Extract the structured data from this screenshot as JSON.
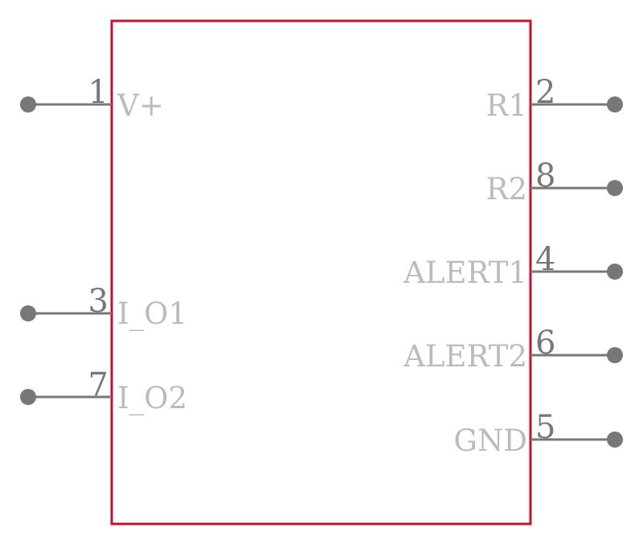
{
  "colors": {
    "body_outline": "#c8102e",
    "pin_line": "#777777",
    "pin_number": "#777777",
    "pin_name": "#bbbbbb",
    "background": "#ffffff"
  },
  "pins": {
    "p1": {
      "number": "1",
      "name": "V+"
    },
    "p3": {
      "number": "3",
      "name": "I_O1"
    },
    "p7": {
      "number": "7",
      "name": "I_O2"
    },
    "p2": {
      "number": "2",
      "name": "R1"
    },
    "p8": {
      "number": "8",
      "name": "R2"
    },
    "p4": {
      "number": "4",
      "name": "ALERT1"
    },
    "p6": {
      "number": "6",
      "name": "ALERT2"
    },
    "p5": {
      "number": "5",
      "name": "GND"
    }
  }
}
